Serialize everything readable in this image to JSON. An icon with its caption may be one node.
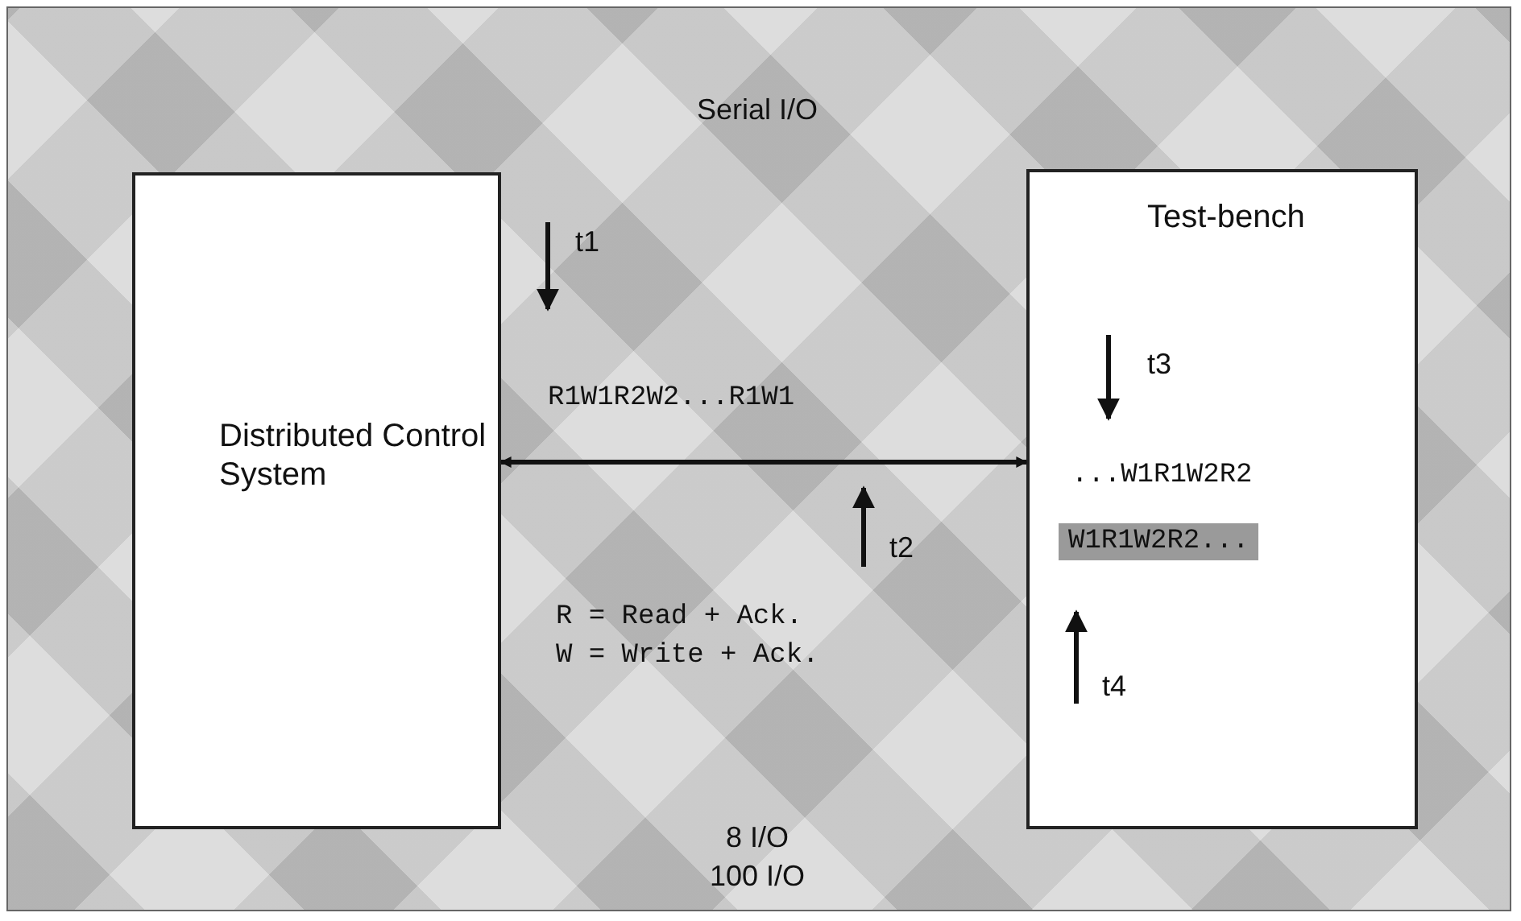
{
  "diagram": {
    "nodes": [
      {
        "text": [
          "Distributed Control System"
        ]
      },
      {
        "text": [
          "Test-bench"
        ]
      }
    ],
    "edges": [
      {
        "from": 0,
        "to": 1,
        "arrow": "both"
      }
    ],
    "labels": [
      "Serial I/O",
      "t1",
      "R1W1R2W2...R1W1",
      "t2",
      "R = Read + Ack.",
      "W = Write + Ack.",
      "t3",
      "...W1R1W2R2",
      "W1R1W2R2...",
      "t4",
      "8 I/O",
      "100 I/O"
    ]
  }
}
